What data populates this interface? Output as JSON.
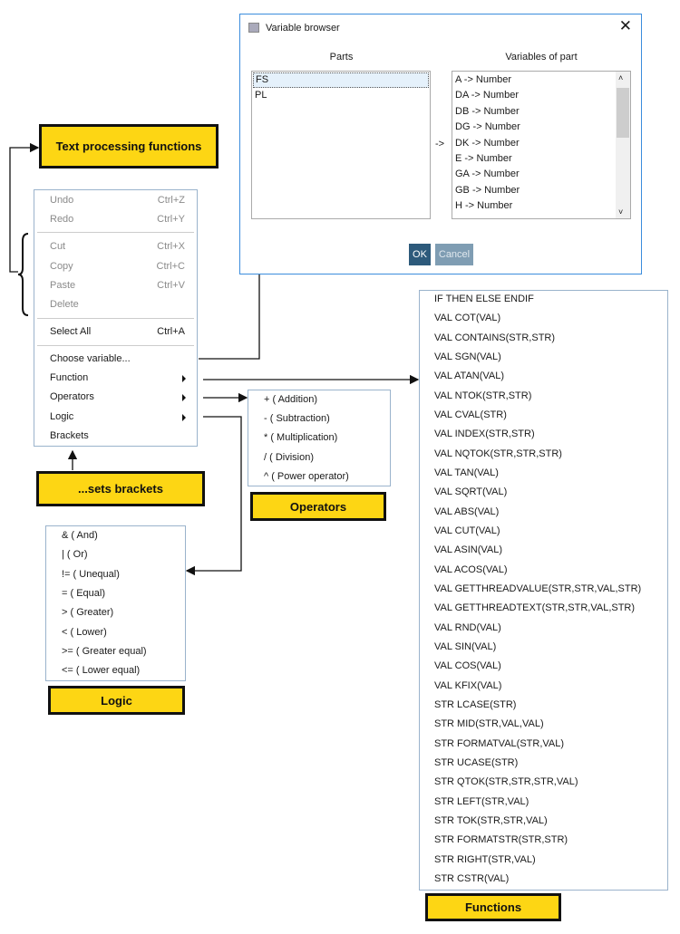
{
  "dialog": {
    "title": "Variable browser",
    "close_icon": "close-icon",
    "parts_label": "Parts",
    "variables_label": "Variables of part",
    "arrow": "->",
    "parts": [
      "FS",
      "PL"
    ],
    "variables": [
      "A -> Number",
      "DA -> Number",
      "DB -> Number",
      "DG -> Number",
      "DK -> Number",
      "E -> Number",
      "GA -> Number",
      "GB -> Number",
      "H -> Number"
    ],
    "ok_label": "OK",
    "cancel_label": "Cancel"
  },
  "labels": {
    "text_processing": "Text processing functions",
    "sets_brackets": "...sets brackets",
    "operators": "Operators",
    "logic": "Logic",
    "functions": "Functions"
  },
  "context_menu": {
    "items": [
      {
        "label": "Undo",
        "shortcut": "Ctrl+Z",
        "disabled": true
      },
      {
        "label": "Redo",
        "shortcut": "Ctrl+Y",
        "disabled": true
      },
      {
        "label": "Cut",
        "shortcut": "Ctrl+X",
        "disabled": true
      },
      {
        "label": "Copy",
        "shortcut": "Ctrl+C",
        "disabled": true
      },
      {
        "label": "Paste",
        "shortcut": "Ctrl+V",
        "disabled": true
      },
      {
        "label": "Delete",
        "shortcut": "",
        "disabled": true
      },
      {
        "label": "Select All",
        "shortcut": "Ctrl+A",
        "disabled": false
      },
      {
        "label": "Choose variable...",
        "shortcut": "",
        "disabled": false
      },
      {
        "label": "Function",
        "shortcut": "",
        "disabled": false,
        "submenu": true
      },
      {
        "label": "Operators",
        "shortcut": "",
        "disabled": false,
        "submenu": true
      },
      {
        "label": "Logic",
        "shortcut": "",
        "disabled": false,
        "submenu": true
      },
      {
        "label": "Brackets",
        "shortcut": "",
        "disabled": false
      }
    ]
  },
  "operators_menu": [
    "+ ( Addition)",
    "- ( Subtraction)",
    "* ( Multiplication)",
    "/ ( Division)",
    "^ ( Power operator)"
  ],
  "logic_menu": [
    "& ( And)",
    "| ( Or)",
    "!= ( Unequal)",
    "= ( Equal)",
    "> ( Greater)",
    "< ( Lower)",
    ">= ( Greater equal)",
    "<= ( Lower equal)"
  ],
  "functions_menu": [
    "IF THEN ELSE ENDIF",
    "VAL COT(VAL)",
    "VAL CONTAINS(STR,STR)",
    "VAL SGN(VAL)",
    "VAL ATAN(VAL)",
    "VAL NTOK(STR,STR)",
    "VAL CVAL(STR)",
    "VAL INDEX(STR,STR)",
    "VAL NQTOK(STR,STR,STR)",
    "VAL TAN(VAL)",
    "VAL SQRT(VAL)",
    "VAL ABS(VAL)",
    "VAL CUT(VAL)",
    "VAL ASIN(VAL)",
    "VAL ACOS(VAL)",
    "VAL GETTHREADVALUE(STR,STR,VAL,STR)",
    "VAL GETTHREADTEXT(STR,STR,VAL,STR)",
    "VAL RND(VAL)",
    "VAL SIN(VAL)",
    "VAL COS(VAL)",
    "VAL KFIX(VAL)",
    "STR LCASE(STR)",
    "STR MID(STR,VAL,VAL)",
    "STR FORMATVAL(STR,VAL)",
    "STR UCASE(STR)",
    "STR QTOK(STR,STR,STR,VAL)",
    "STR LEFT(STR,VAL)",
    "STR TOK(STR,STR,VAL)",
    "STR FORMATSTR(STR,STR)",
    "STR RIGHT(STR,VAL)",
    "STR CSTR(VAL)"
  ],
  "colors": {
    "label_fill": "#fdd614",
    "ok_button": "#2d5a7b",
    "cancel_button": "#7f9db3",
    "dialog_border": "#3b8ddd"
  }
}
